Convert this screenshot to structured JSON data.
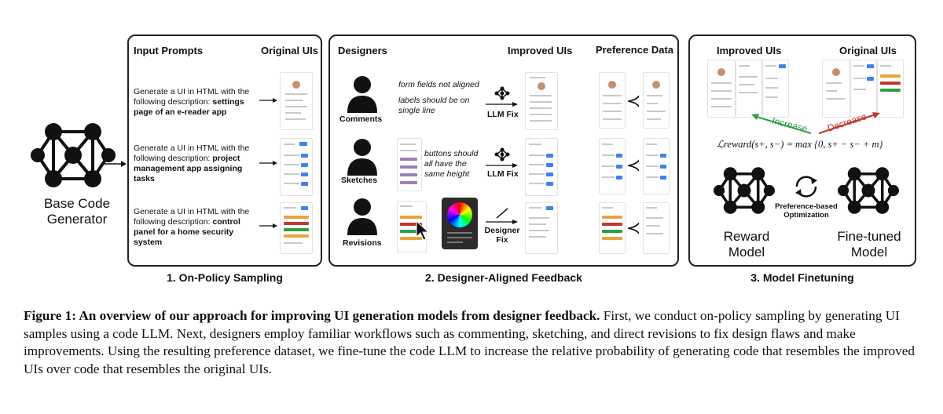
{
  "base": {
    "label_line1": "Base Code",
    "label_line2": "Generator"
  },
  "panel1": {
    "header_prompts": "Input Prompts",
    "header_original": "Original UIs",
    "title": "1. On-Policy Sampling",
    "prompts": [
      {
        "plain": "Generate a UI in HTML with the following description:",
        "bold": "settings page of an e-reader app"
      },
      {
        "plain": "Generate a UI in HTML with the following description:",
        "bold": "project management app assigning tasks"
      },
      {
        "plain": "Generate a UI in HTML with the following description:",
        "bold": "control panel for a home security system"
      }
    ]
  },
  "panel2": {
    "header_designers": "Designers",
    "header_improved": "Improved UIs",
    "header_preference": "Preference Data",
    "title": "2. Designer-Aligned Feedback",
    "rows": [
      {
        "role": "Comments",
        "note_line1": "form fields not aligned",
        "note_line2": "labels should be on single line",
        "fix": "LLM Fix"
      },
      {
        "role": "Sketches",
        "note_line1": "buttons should all have the same height",
        "fix": "LLM Fix"
      },
      {
        "role": "Revisions",
        "fix_line1": "Designer",
        "fix_line2": "Fix"
      }
    ],
    "less_than": "≺"
  },
  "panel3": {
    "header_improved": "Improved UIs",
    "header_original": "Original UIs",
    "increase": "Increase",
    "decrease": "Decrease",
    "equation": "ℒreward(s+, s−) = max {0, s+ − s− + m}",
    "pref_line1": "Preference-based",
    "pref_line2": "Optimization",
    "reward_line1": "Reward",
    "reward_line2": "Model",
    "finetuned_line1": "Fine-tuned",
    "finetuned_line2": "Model",
    "title": "3. Model Finetuning"
  },
  "caption": {
    "bold": "Figure 1: An overview of our approach for improving UI generation models from designer feedback.",
    "text": " First, we conduct on-policy sampling by generating UI samples using a code LLM. Next, designers employ familiar workflows such as commenting, sketching, and direct revisions to fix design flaws and make improvements. Using the resulting preference dataset, we fine-tune the code LLM to increase the relative probability of generating code that resembles the improved UIs over code that resembles the original UIs."
  },
  "colors": {
    "blue": "#3b82f6",
    "green": "#2e9e44",
    "red": "#c0392b",
    "orange": "#e8a33b"
  }
}
